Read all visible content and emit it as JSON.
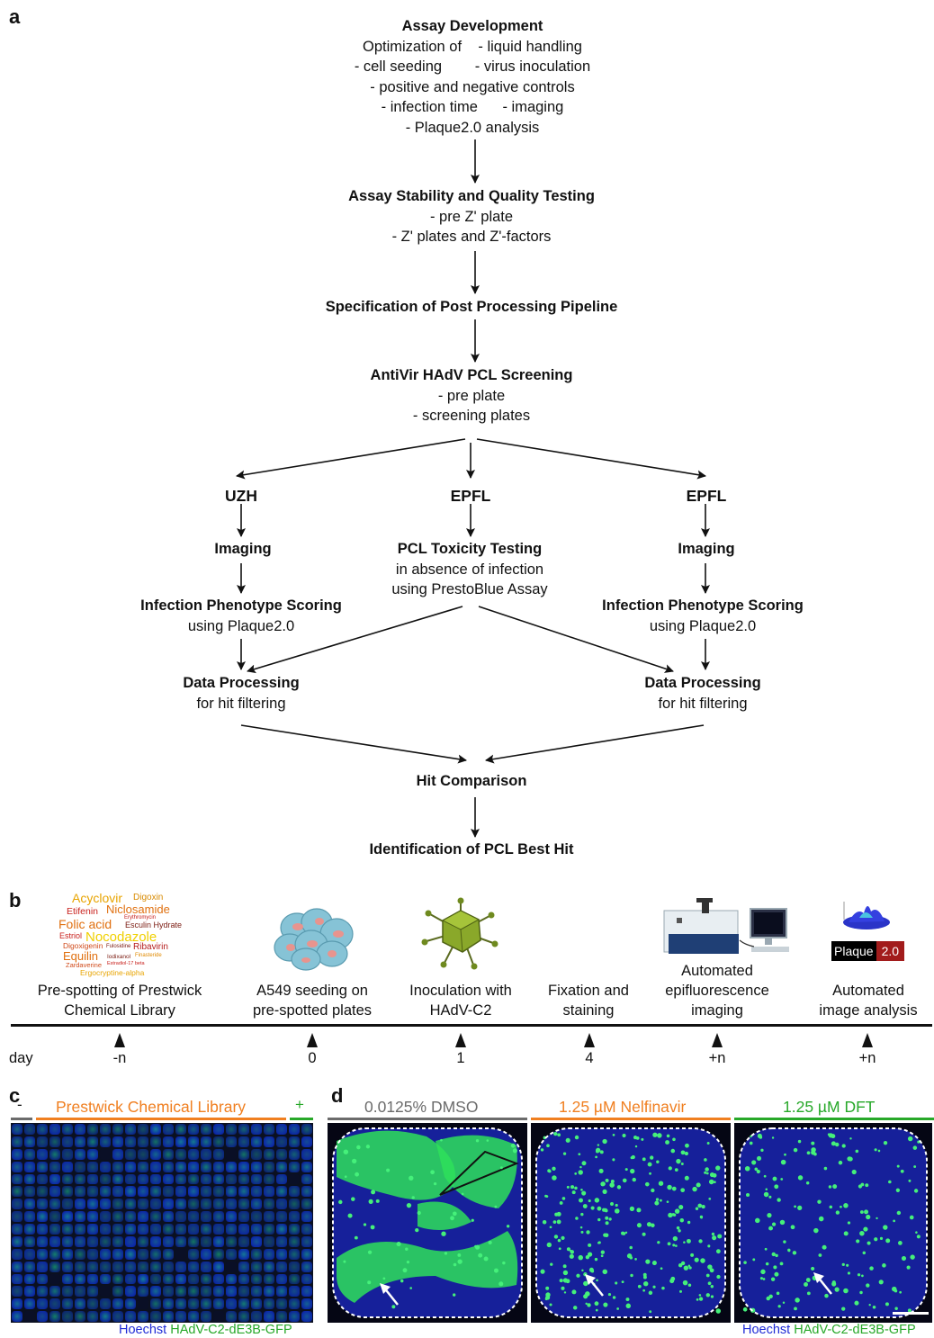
{
  "panels": {
    "a": "a",
    "b": "b",
    "c": "c",
    "d": "d"
  },
  "flow": {
    "assay_dev": {
      "title": "Assay Development",
      "lines": [
        "Optimization of    - liquid handling",
        "- cell seeding        - virus inoculation",
        "- positive and negative controls",
        "- infection time      - imaging",
        "- Plaque2.0 analysis"
      ]
    },
    "stability": {
      "title": "Assay Stability and Quality Testing",
      "lines": [
        "- pre Z' plate",
        "- Z' plates and Z'-factors"
      ]
    },
    "spec": {
      "title": "Specification of Post Processing Pipeline"
    },
    "screening": {
      "title": "AntiVir HAdV PCL Screening",
      "lines": [
        "- pre plate",
        "- screening plates"
      ]
    },
    "left": {
      "site": "UZH",
      "imaging": "Imaging",
      "phenotype_title": "Infection Phenotype Scoring",
      "phenotype_sub": "using Plaque2.0",
      "data_title": "Data Processing",
      "data_sub": "for hit filtering"
    },
    "middle": {
      "site": "EPFL",
      "tox_title": "PCL Toxicity Testing",
      "tox_lines": [
        "in absence of infection",
        "using PrestoBlue Assay"
      ]
    },
    "right": {
      "site": "EPFL",
      "imaging": "Imaging",
      "phenotype_title": "Infection Phenotype Scoring",
      "phenotype_sub": "using Plaque2.0",
      "data_title": "Data Processing",
      "data_sub": "for hit filtering"
    },
    "hit_comparison": "Hit Comparison",
    "best_hit": "Identification of PCL Best Hit"
  },
  "timeline": {
    "day_label": "day",
    "steps": [
      {
        "label1": "Pre-spotting of Prestwick",
        "label2": "Chemical Library",
        "day": "-n"
      },
      {
        "label1": "A549 seeding on",
        "label2": "pre-spotted plates",
        "day": "0"
      },
      {
        "label1": "Inoculation with",
        "label2": "HAdV-C2",
        "day": "1"
      },
      {
        "label1": "Fixation and",
        "label2": "staining",
        "day": "4"
      },
      {
        "label0": "Automated",
        "label1": "epifluorescence",
        "label2": "imaging",
        "day": "+n"
      },
      {
        "label1": "Automated",
        "label2": "image analysis",
        "day": "+n"
      }
    ],
    "wordcloud": [
      "Acyclovir",
      "Digoxin",
      "Etifenin",
      "Niclosamide",
      "Erythromycin",
      "Folic acid",
      "Esculin Hydrate",
      "Nocodazole",
      "Estriol",
      "Digoxigenin",
      "Fulosidine",
      "Ribavirin",
      "Equilin",
      "Iodixanol",
      "Finasteride",
      "Zardaverine",
      "Estradiol-17 beta",
      "Ergocryptine-alpha"
    ],
    "plaque_logo_left": "Plaque",
    "plaque_logo_right": "2.0"
  },
  "panel_c": {
    "neg": "-",
    "library": "Prestwick Chemical Library",
    "pos": "+",
    "legend_hoechst": "Hoechst",
    "legend_gfp": "HAdV-C2-dE3B-GFP"
  },
  "panel_d": {
    "conditions": [
      "0.0125% DMSO",
      "1.25 µM Nelfinavir",
      "1.25 µM DFT"
    ],
    "legend_hoechst": "Hoechst",
    "legend_gfp": "HAdV-C2-dE3B-GFP"
  },
  "colors": {
    "orange": "#f07f20",
    "green": "#27a829",
    "gray": "#6b6b6b",
    "hoechst_blue": "#1f2bd6",
    "gfp_green": "#2ecc30"
  }
}
